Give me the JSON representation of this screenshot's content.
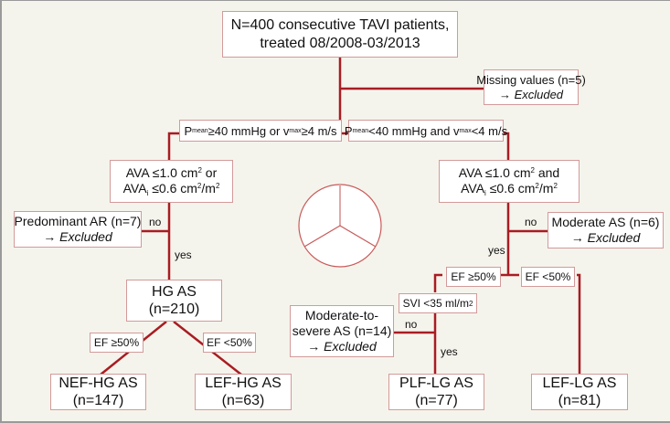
{
  "colors": {
    "background": "#f5f4ec",
    "line": "#a81c22",
    "box_border": "#d29a9a",
    "box_fill": "#ffffff"
  },
  "root": {
    "line1": "N=400 consecutive TAVI patients,",
    "line2": "treated 08/2008-03/2013"
  },
  "missing": {
    "line1": "Missing values (n=5)",
    "arrow": "→",
    "excluded": "Excluded"
  },
  "branch_left": {
    "p": "P",
    "p_sub": "mean",
    "text1": " ≥40 mmHg or v",
    "v_sub": "max",
    "text2": " ≥4 m/s"
  },
  "branch_right": {
    "p": "P",
    "p_sub": "mean",
    "text1": " <40 mmHg and v",
    "v_sub": "max",
    "text2": " <4 m/s"
  },
  "ava_left": {
    "line1a": "AVA ≤1.0 cm",
    "sup1": "2",
    "line1b": " or",
    "line2a": "AVA",
    "sub_i": "i",
    "line2b": " ≤0.6 cm",
    "sup2": "2",
    "line2c": "/m",
    "sup3": "2"
  },
  "ava_right": {
    "line1a": "AVA ≤1.0 cm",
    "sup1": "2",
    "line1b": " and",
    "line2a": "AVA",
    "sub_i": "i",
    "line2b": " ≤0.6 cm",
    "sup2": "2",
    "line2c": "/m",
    "sup3": "2"
  },
  "pred_ar": {
    "line1": "Predominant AR (n=7)",
    "arrow": "→",
    "excluded": "Excluded"
  },
  "moderate_as": {
    "line1": "Moderate AS (n=6)",
    "arrow": "→",
    "excluded": "Excluded"
  },
  "hg_as": {
    "line1": "HG AS",
    "line2": "(n=210)"
  },
  "ef_ge50_left": "EF ≥50%",
  "ef_lt50_left": "EF <50%",
  "ef_ge50_right": "EF ≥50%",
  "ef_lt50_right": "EF <50%",
  "svi": {
    "text": "SVI <35 ml/m",
    "sup": "2"
  },
  "mod_sev": {
    "line1": "Moderate-to-",
    "line2": "severe AS (n=14)",
    "arrow": "→",
    "excluded": "Excluded"
  },
  "nef_hg": {
    "line1": "NEF-HG AS",
    "line2": "(n=147)"
  },
  "lef_hg": {
    "line1": "LEF-HG AS",
    "line2": "(n=63)"
  },
  "plf_lg": {
    "line1": "PLF-LG AS",
    "line2": "(n=77)"
  },
  "lef_lg": {
    "line1": "LEF-LG AS",
    "line2": "(n=81)"
  },
  "yes_no": {
    "no": "no",
    "yes": "yes"
  }
}
